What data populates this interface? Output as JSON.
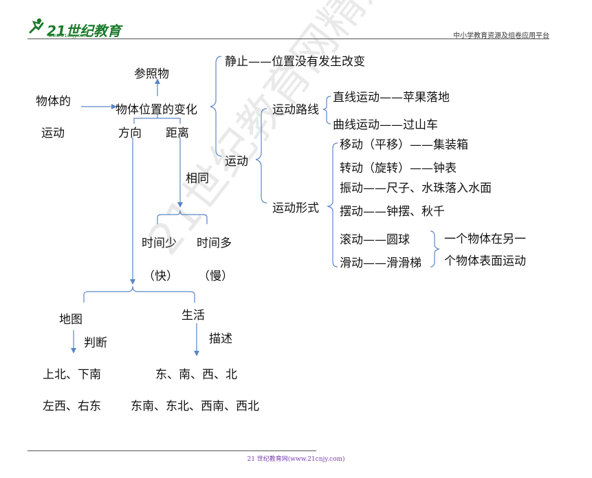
{
  "header": {
    "logo_text": "21世纪教育",
    "logo_sub": "www.21cnjy.com",
    "right_text": "中小学教育资源及组卷应用平台"
  },
  "footer": {
    "text": "21 世纪教育网(www.21cnjy.com)"
  },
  "watermark": "21世纪教育网精选资料",
  "diagram": {
    "object_line1": "物体的",
    "object_line2": "运动",
    "reference": "参照物",
    "position_change": "物体位置的变化",
    "direction": "方向",
    "distance": "距离",
    "same": "相同",
    "time_less": "时间少",
    "time_more": "时间多",
    "fast": "（快）",
    "slow": "（慢）",
    "map": "地图",
    "judge": "判断",
    "life": "生活",
    "describe": "描述",
    "map_dirs_1": "上北、下南",
    "map_dirs_2": "左西、右东",
    "life_dirs_1": "东、南、西、北",
    "life_dirs_2": "东南、东北、西南、西北",
    "still": "静止——位置没有发生改变",
    "motion": "运动",
    "path": "运动路线",
    "straight": "直线运动——苹果落地",
    "curve": "曲线运动——过山车",
    "form": "运动形式",
    "translate": "移动（平移）——集装箱",
    "rotate": "转动（旋转）——钟表",
    "vibrate": "振动——尺子、水珠落入水面",
    "swing": "摆动——钟摆、秋千",
    "roll": "滚动——圆球",
    "slide": "滑动——滑滑梯",
    "surface_1": "一个物体在另一",
    "surface_2": "个物体表面运动"
  }
}
